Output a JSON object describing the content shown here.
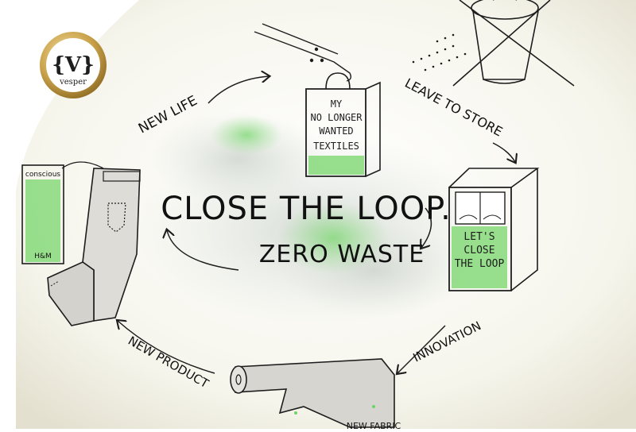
{
  "logo": {
    "mark": "{V}",
    "name": "vesper"
  },
  "title": "CLOSE THE LOOP.",
  "subtitle": "ZERO WASTE",
  "labels": {
    "new_life": "NEW LIFE",
    "leave_to_store": "LEAVE TO STORE",
    "innovation": "INNOVATION",
    "new_product": "NEW PRODUCT",
    "new_fabric": "NEW FABRIC"
  },
  "bag": {
    "lines": [
      "MY",
      "NO LONGER",
      "WANTED",
      "TEXTILES"
    ]
  },
  "recycle_box": {
    "lines": [
      "LET'S",
      "CLOSE",
      "THE LOOP"
    ]
  },
  "hang_tag": {
    "top": "conscious",
    "bottom": "H&M"
  },
  "colors": {
    "watercolor_green": "#6fd36a",
    "ink": "#1d1d1d",
    "paper": "#f2f1e6",
    "logo_gold": "#c9a24b"
  }
}
